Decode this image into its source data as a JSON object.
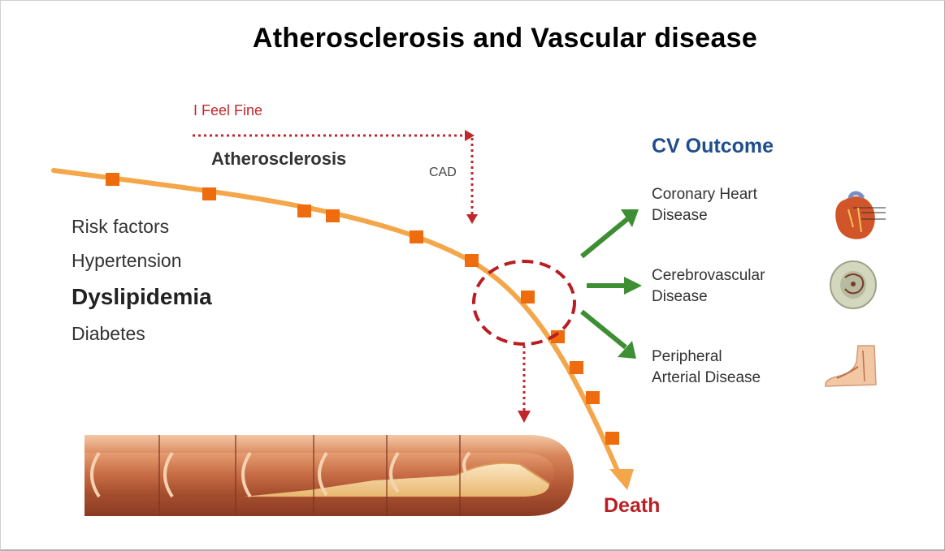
{
  "title": "Atherosclerosis and Vascular disease",
  "timeline": {
    "feel_fine": "I Feel Fine",
    "atherosclerosis": "Atherosclerosis",
    "cad": "CAD",
    "death": "Death"
  },
  "risk_factors": {
    "items": [
      "Risk factors",
      "Hypertension",
      "Dyslipidemia",
      "Diabetes"
    ]
  },
  "outcomes": {
    "heading": "CV Outcome",
    "items": [
      {
        "line1": "Coronary Heart",
        "line2": "Disease",
        "icon": "heart-icon"
      },
      {
        "line1": "Cerebrovascular",
        "line2": "Disease",
        "icon": "brain-icon"
      },
      {
        "line1": "Peripheral",
        "line2": "Arterial Disease",
        "icon": "leg-icon"
      }
    ]
  },
  "colors": {
    "curve": "#f4a64b",
    "marker": "#ee6c0d",
    "dotted_red": "#c0272d",
    "arrow_green": "#3e8e34",
    "outcome_heading": "#1f4e8c"
  }
}
